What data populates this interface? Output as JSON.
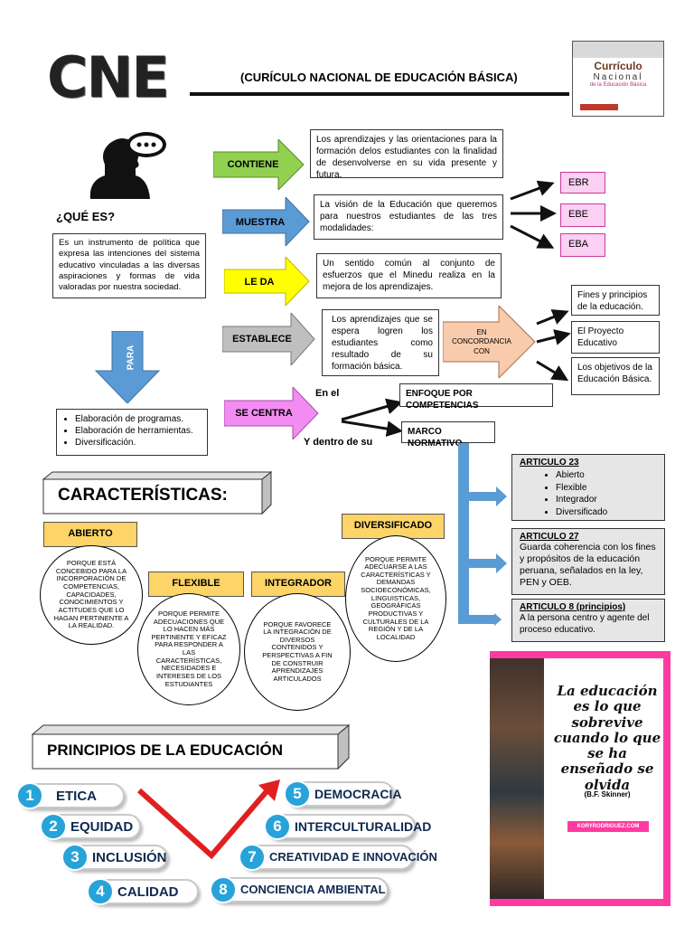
{
  "header": {
    "logo": "CNE",
    "title": "(CURÍCULO NACIONAL DE EDUCACIÓN BÁSICA)",
    "cover_line1": "Currículo",
    "cover_line2": "Nacional",
    "cover_line3": "de la Educación Básica"
  },
  "que_es": {
    "title": "¿QUÉ ES?",
    "text": "Es un instrumento de política que expresa las intenciones del sistema educativo vinculadas a las diversas aspiraciones y formas de vida valoradas por nuestra sociedad."
  },
  "para": {
    "label": "PARA",
    "items": [
      "Elaboración de programas.",
      "Elaboración de herramientas.",
      "Diversificación."
    ]
  },
  "flow": {
    "contiene": {
      "label": "CONTIENE",
      "text": "Los aprendizajes y las orientaciones para la formación delos estudiantes con la finalidad de desenvolverse en su vida presente y futura."
    },
    "muestra": {
      "label": "MUESTRA",
      "text": "La visión de la Educación que queremos para nuestros estudiantes de las tres modalidades:"
    },
    "le_da": {
      "label": "LE DA",
      "text": "Un sentido común al conjunto de esfuerzos que el Minedu realiza en la mejora de los aprendizajes."
    },
    "establece": {
      "label": "ESTABLECE",
      "text": "Los aprendizajes que se espera logren los estudiantes como resultado de su formación básica."
    },
    "se_centra": {
      "label": "SE CENTRA",
      "en_el": "En el",
      "y_dentro": "Y dentro de su"
    }
  },
  "modalidades": [
    "EBR",
    "EBE",
    "EBA"
  ],
  "concordancia": {
    "label": "EN CONCORDANCIA CON",
    "items": [
      "Fines y principios de la educación.",
      "El Proyecto Educativo",
      "Los objetivos de la Educación Básica."
    ]
  },
  "enfoque": "ENFOQUE POR COMPETENCIAS",
  "marco": "MARCO NORMATIVO",
  "articulos": {
    "a23": {
      "title": "ARTICULO 23",
      "items": [
        "Abierto",
        "Flexible",
        "Integrador",
        "Diversificado"
      ]
    },
    "a27": {
      "title": "ARTICULO 27",
      "text": "Guarda coherencia con los fines y propósitos de la educación peruana, señalados en la ley, PEN y OEB."
    },
    "a8": {
      "title": "ARTICULO 8 (principios)",
      "text": "A la persona centro y agente del proceso educativo."
    }
  },
  "caracteristicas": {
    "title": "CARACTERÍSTICAS:",
    "abierto": {
      "label": "ABIERTO",
      "text": "Porque está concebido para la incorporación de competencias, capacidades, conocimientos y actitudes que lo hagan pertinente a la realidad."
    },
    "flexible": {
      "label": "FLEXIBLE",
      "text": "Porque permite adecuaciones que lo hacen más pertinente y eficaz para responder a las características, necesidades e intereses de los estudiantes"
    },
    "integrador": {
      "label": "INTEGRADOR",
      "text": "Porque favorece la integración de diversos contenidos y perspectivas a fin de construir aprendizajes articulados"
    },
    "diversificado": {
      "label": "DIVERSIFICADO",
      "text": "Porque permite adecuarse a las características y demandas socioeconómicas, linguisticas, geográficas productivas y culturales de la región y de la localidad"
    }
  },
  "principios": {
    "title": "PRINCIPIOS DE LA EDUCACIÓN",
    "left": [
      {
        "n": "1",
        "label": "ETICA"
      },
      {
        "n": "2",
        "label": "EQUIDAD"
      },
      {
        "n": "3",
        "label": "INCLUSIÓN"
      },
      {
        "n": "4",
        "label": "CALIDAD"
      }
    ],
    "right": [
      {
        "n": "5",
        "label": "DEMOCRACIA"
      },
      {
        "n": "6",
        "label": "INTERCULTURALIDAD"
      },
      {
        "n": "7",
        "label": "CREATIVIDAD E INNOVACIÓN"
      },
      {
        "n": "8",
        "label": "CONCIENCIA AMBIENTAL"
      }
    ]
  },
  "quote": {
    "text": "La educación es lo que sobrevive cuando lo que se ha enseñado se olvida",
    "author": "(B.F. Skinner)",
    "site": "KORYRODRIGUEZ.COM"
  }
}
